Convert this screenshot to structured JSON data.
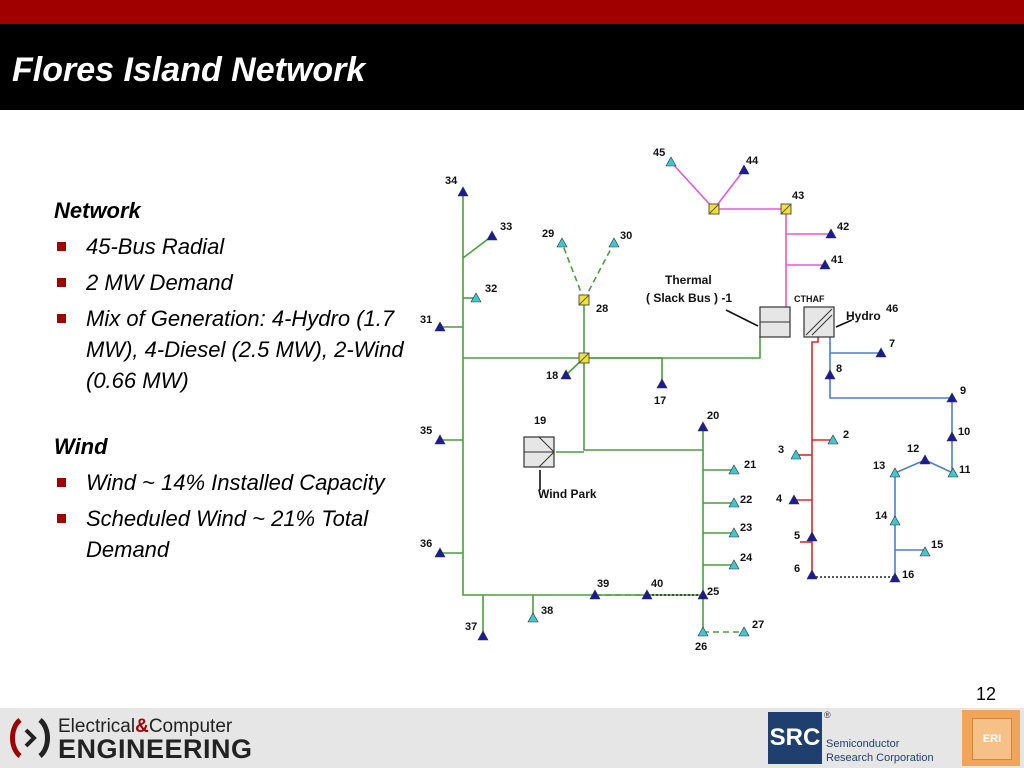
{
  "slide": {
    "title": "Flores Island Network",
    "page_number": "12"
  },
  "bullets": {
    "network_heading": "Network",
    "network_items": [
      "45-Bus Radial",
      "2 MW Demand",
      "Mix of Generation: 4-Hydro (1.7 MW), 4-Diesel (2.5 MW), 2-Wind (0.66 MW)"
    ],
    "wind_heading": "Wind",
    "wind_items": [
      "Wind ~ 14% Installed Capacity",
      "Scheduled Wind ~ 21% Total Demand"
    ]
  },
  "diagram": {
    "labels": {
      "thermal": "Thermal",
      "slack": "( Slack Bus ) -1",
      "cthaf": "CTHAF",
      "hydro": "Hydro",
      "wind_park": "Wind Park"
    },
    "buses": [
      "2",
      "3",
      "4",
      "5",
      "6",
      "7",
      "8",
      "9",
      "10",
      "11",
      "12",
      "13",
      "14",
      "15",
      "16",
      "17",
      "18",
      "19",
      "20",
      "21",
      "22",
      "23",
      "24",
      "25",
      "26",
      "27",
      "28",
      "29",
      "30",
      "31",
      "32",
      "33",
      "34",
      "35",
      "36",
      "37",
      "38",
      "39",
      "40",
      "41",
      "42",
      "43",
      "44",
      "45",
      "46"
    ],
    "colors": {
      "green": "#4a9e3f",
      "pink": "#e857d6",
      "red": "#dd2a2a",
      "blue": "#4f7ec9",
      "dark_bus": "#1a1a9e",
      "light_bus": "#3ec7d1",
      "switch": "#f2e32a"
    }
  },
  "footer": {
    "ece_line1": "Electrical",
    "ece_amp": "&",
    "ece_line1b": "Computer",
    "ece_line2": "ENGINEERING",
    "src_logo": "SRC",
    "src_reg": "®",
    "src_line1": "Semiconductor",
    "src_line2": "Research Corporation",
    "eri_logo": "ERI"
  }
}
